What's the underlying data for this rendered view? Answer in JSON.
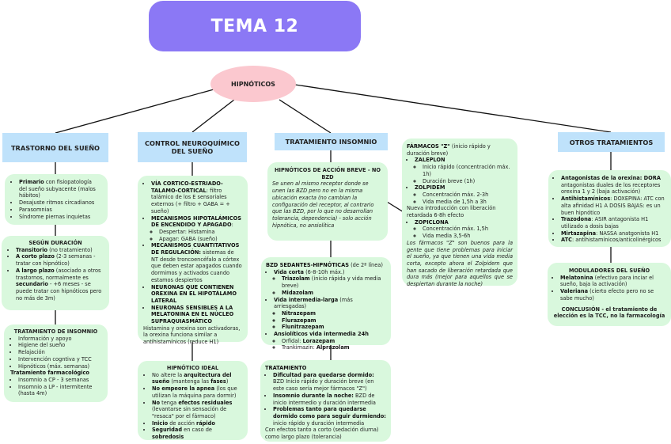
{
  "title": "TEMA 12",
  "root": "HIPNÓTICOS",
  "colors": {
    "title_bg": "#8b78f5",
    "root_bg": "#fbc8cf",
    "header_bg": "#bfe2fb",
    "box_bg": "#d9f8dd"
  },
  "col1": {
    "header": "TRASTORNO DEL SUEÑO",
    "box1": {
      "items": [
        {
          "bold": "Primario",
          "text": " con fisiopatología del sueño subyacente (malos hábitos)"
        },
        {
          "bold": "",
          "text": "Desajuste ritmos circadianos"
        },
        {
          "bold": "",
          "text": "Parasomnias"
        },
        {
          "bold": "",
          "text": "Síndrome piernas inquietas"
        }
      ]
    },
    "box2": {
      "heading": "SEGÚN DURACIÓN",
      "items": [
        {
          "bold": "Transitorio",
          "text": " (no tratamiento)"
        },
        {
          "bold": "A corto plazo",
          "text": " (2-3 semanas - tratar con hipnótico)"
        },
        {
          "bold": "A largo plazo",
          "text": " (asociado a otros trastornos, normalmente es ",
          "bold2": "secundario",
          "text2": " - +6 meses - se puede tratar con hipnóticos pero no más de 3m)"
        }
      ]
    },
    "box3": {
      "heading": "TRATAMIENTO DE INSOMNIO",
      "items": [
        "Información y apoyo",
        "Higiene del sueño",
        "Relajación",
        "Intervención cogntiva y TCC",
        "Hipnóticos (máx. semanas)"
      ],
      "subheading": "Tratamiento farmacológico",
      "subitems": [
        "Insomnio a CP - 3 semanas",
        "Insomnio a LP - intermitente (hasta 4m)"
      ]
    }
  },
  "col2": {
    "header": "CONTROL NEUROQUÍMICO DEL SUEÑO",
    "box1": {
      "i1_bold": "VÍA CORTICO-ESTRIADO-TALAMO-CORTICAL",
      "i1_text": ": filtro talámico de los E sensoriales externos (+ filtro + GABA = + sueño)",
      "i2_bold": "MECANISMOS HIPOTALÁMICOS DE ENCENDIDO Y APAGADO",
      "i2_text": ":",
      "i2_sub": [
        "Despertar: Histamina",
        "Apagar: GABA (sueño)"
      ],
      "i3_bold": "MECANISMOS CUANTITATIVOS DE REGULACIÓN:",
      "i3_text": " sistemas de NT desde troncoencéfalo a córtex que deben estar apagados cuando dormimos y activados cuando estamos despiertos",
      "i4_bold": "NEURONAS QUE CONTIENEN OREXINA EN EL HIPOTÁLAMO LATERAL",
      "i5_bold": "NEURONAS SENSIBLES A LA MELATONINA EN EL NÚCLEO SUPRAQUIASMÁTICO",
      "footer": "Histamina y orexina son activadoras, la orexina funciona similar a antihistamínicos (reduce H1)"
    },
    "box2": {
      "heading": "HIPNÓTICO IDEAL",
      "i1": [
        "No altere la ",
        "arquitectura del sueño",
        " (mantenga las ",
        "fases",
        ")"
      ],
      "i2": [
        "No empeore la apnea",
        " (los que utilizan la máquina para dormir)"
      ],
      "i3": [
        "No",
        " tenga ",
        "efectos residuales",
        " (levantarse sin sensación de \"resaca\" por el fármaco)"
      ],
      "i4": [
        "Inicio",
        " de acción ",
        "rápido"
      ],
      "i5": [
        "Seguridad",
        " en caso de ",
        "sobredosis"
      ]
    }
  },
  "col3": {
    "header": "TRATAMIENTO INSOMNIO",
    "box1": {
      "heading": "HIPNÓTICOS DE ACCIÓN BREVE - NO BZD",
      "text": "Se unen al mismo receptor donde se unen las BZD pero no en la misma ubicación exacta (no cambian la configuración del receptor, al contrario que las BZD, por lo que no desarrollan tolerancia, dependencia) - solo acción hipnótica, no ansiolítica"
    },
    "box2": {
      "heading_bold": "BZD SEDANTES-HIPNÓTICAS",
      "heading_text": " (de 2ª línea)",
      "g1_bold": "Vida corta",
      "g1_text": " (6-8-10h máx.)",
      "g1_sub": [
        {
          "bold": "Triazolam",
          "text": " (inicio rápida y vida media breve)"
        },
        {
          "bold": "Midazolam",
          "text": ""
        }
      ],
      "g2_bold": "Vida intermedia-larga",
      "g2_text": " (más arriesgadas)",
      "g2_sub": [
        "Nitrazepam",
        "Flurazepam",
        "Flunitrazepam"
      ],
      "g3_bold": "Ansiolíticos vida intermedia 24h",
      "g3_sub": [
        {
          "text": "Orfidal: ",
          "bold": "Lorazepam"
        },
        {
          "text": "Trankimazin: ",
          "bold": "Alprazolam"
        }
      ]
    },
    "box3": {
      "heading": "TRATAMIENTO",
      "i1_bold": "Dificultad para quedarse dormido:",
      "i1_text": " BZD Inicio rápido y duración breve (en este caso sería mejor fármacos \"Z\")",
      "i2_bold": "Insomnio durante la noche:",
      "i2_text": " BZD de inicio intermedio y duración intermedia",
      "i3_bold": "Problemas tanto para quedarse dormido como para seguir durmiendo:",
      "i3_text": " inicio rápido y duración intermedia",
      "footer": "Con efectos tanto a corto (sedación diurna) como largo plazo (tolerancia)"
    }
  },
  "col4": {
    "heading_bold": "FÁRMACOS \"Z\"",
    "heading_text": " (inicio rápido y duración breve)",
    "d1": "ZALEPLON",
    "d1_sub": [
      "Inicio rápido (concentración máx. 1h)",
      "Duración breve (1h)"
    ],
    "d2": "ZOLPIDEM",
    "d2_sub": [
      "Concentración máx. 2-3h",
      "Vida media de 1,5h a 3h"
    ],
    "note": "Nueva introducción  con liberación retardada 6-8h efecto",
    "d3": "ZOPICLONA",
    "d3_sub": [
      "Concentración máx. 1,5h",
      "Vida media 3,5-6h"
    ],
    "footer": "Los fármacos \"Z\" son buenos para la gente que tiene problemas para iniciar el sueño, ya que tienen una vida media corta, excepto ahora el Zolpidem que han sacado de liberación retardada que dura más (mejor para aquellos que se despiertan durante la noche)"
  },
  "col5": {
    "header": "OTROS TRATAMIENTOS",
    "box1": {
      "items": [
        {
          "bold": "Antagonistas de la orexina: DORA",
          "text": " antagonistas duales de los receptores orexina 1 y 2 (baja activación)"
        },
        {
          "bold": "Antihistamínicos",
          "text": ": DOXEPINA: ATC con alta afinidad H1 A DOSIS BAJAS: es un buen hipnótico"
        },
        {
          "bold": "Trazodona",
          "text": ": ASIR antagonista H1 utilizado a dosis bajas"
        },
        {
          "bold": "Mirtazapina",
          "text": ": NASSA anatgonista H1"
        },
        {
          "bold": "ATC",
          "text": ": antihistamínicos/anticolinérgicos"
        }
      ]
    },
    "box2": {
      "heading": "MODULADORES DEL SUEÑO",
      "items": [
        {
          "bold": "Melatonina",
          "text": " (efectivo para inciar el sueño, baja la activación)"
        },
        {
          "bold": "Valeriana",
          "text": " (cierto efecto pero no se sabe mucho)"
        }
      ],
      "conclusion": "CONCLUSIÓN - el tratamiento de elección es la TCC, no la farmacología"
    }
  }
}
